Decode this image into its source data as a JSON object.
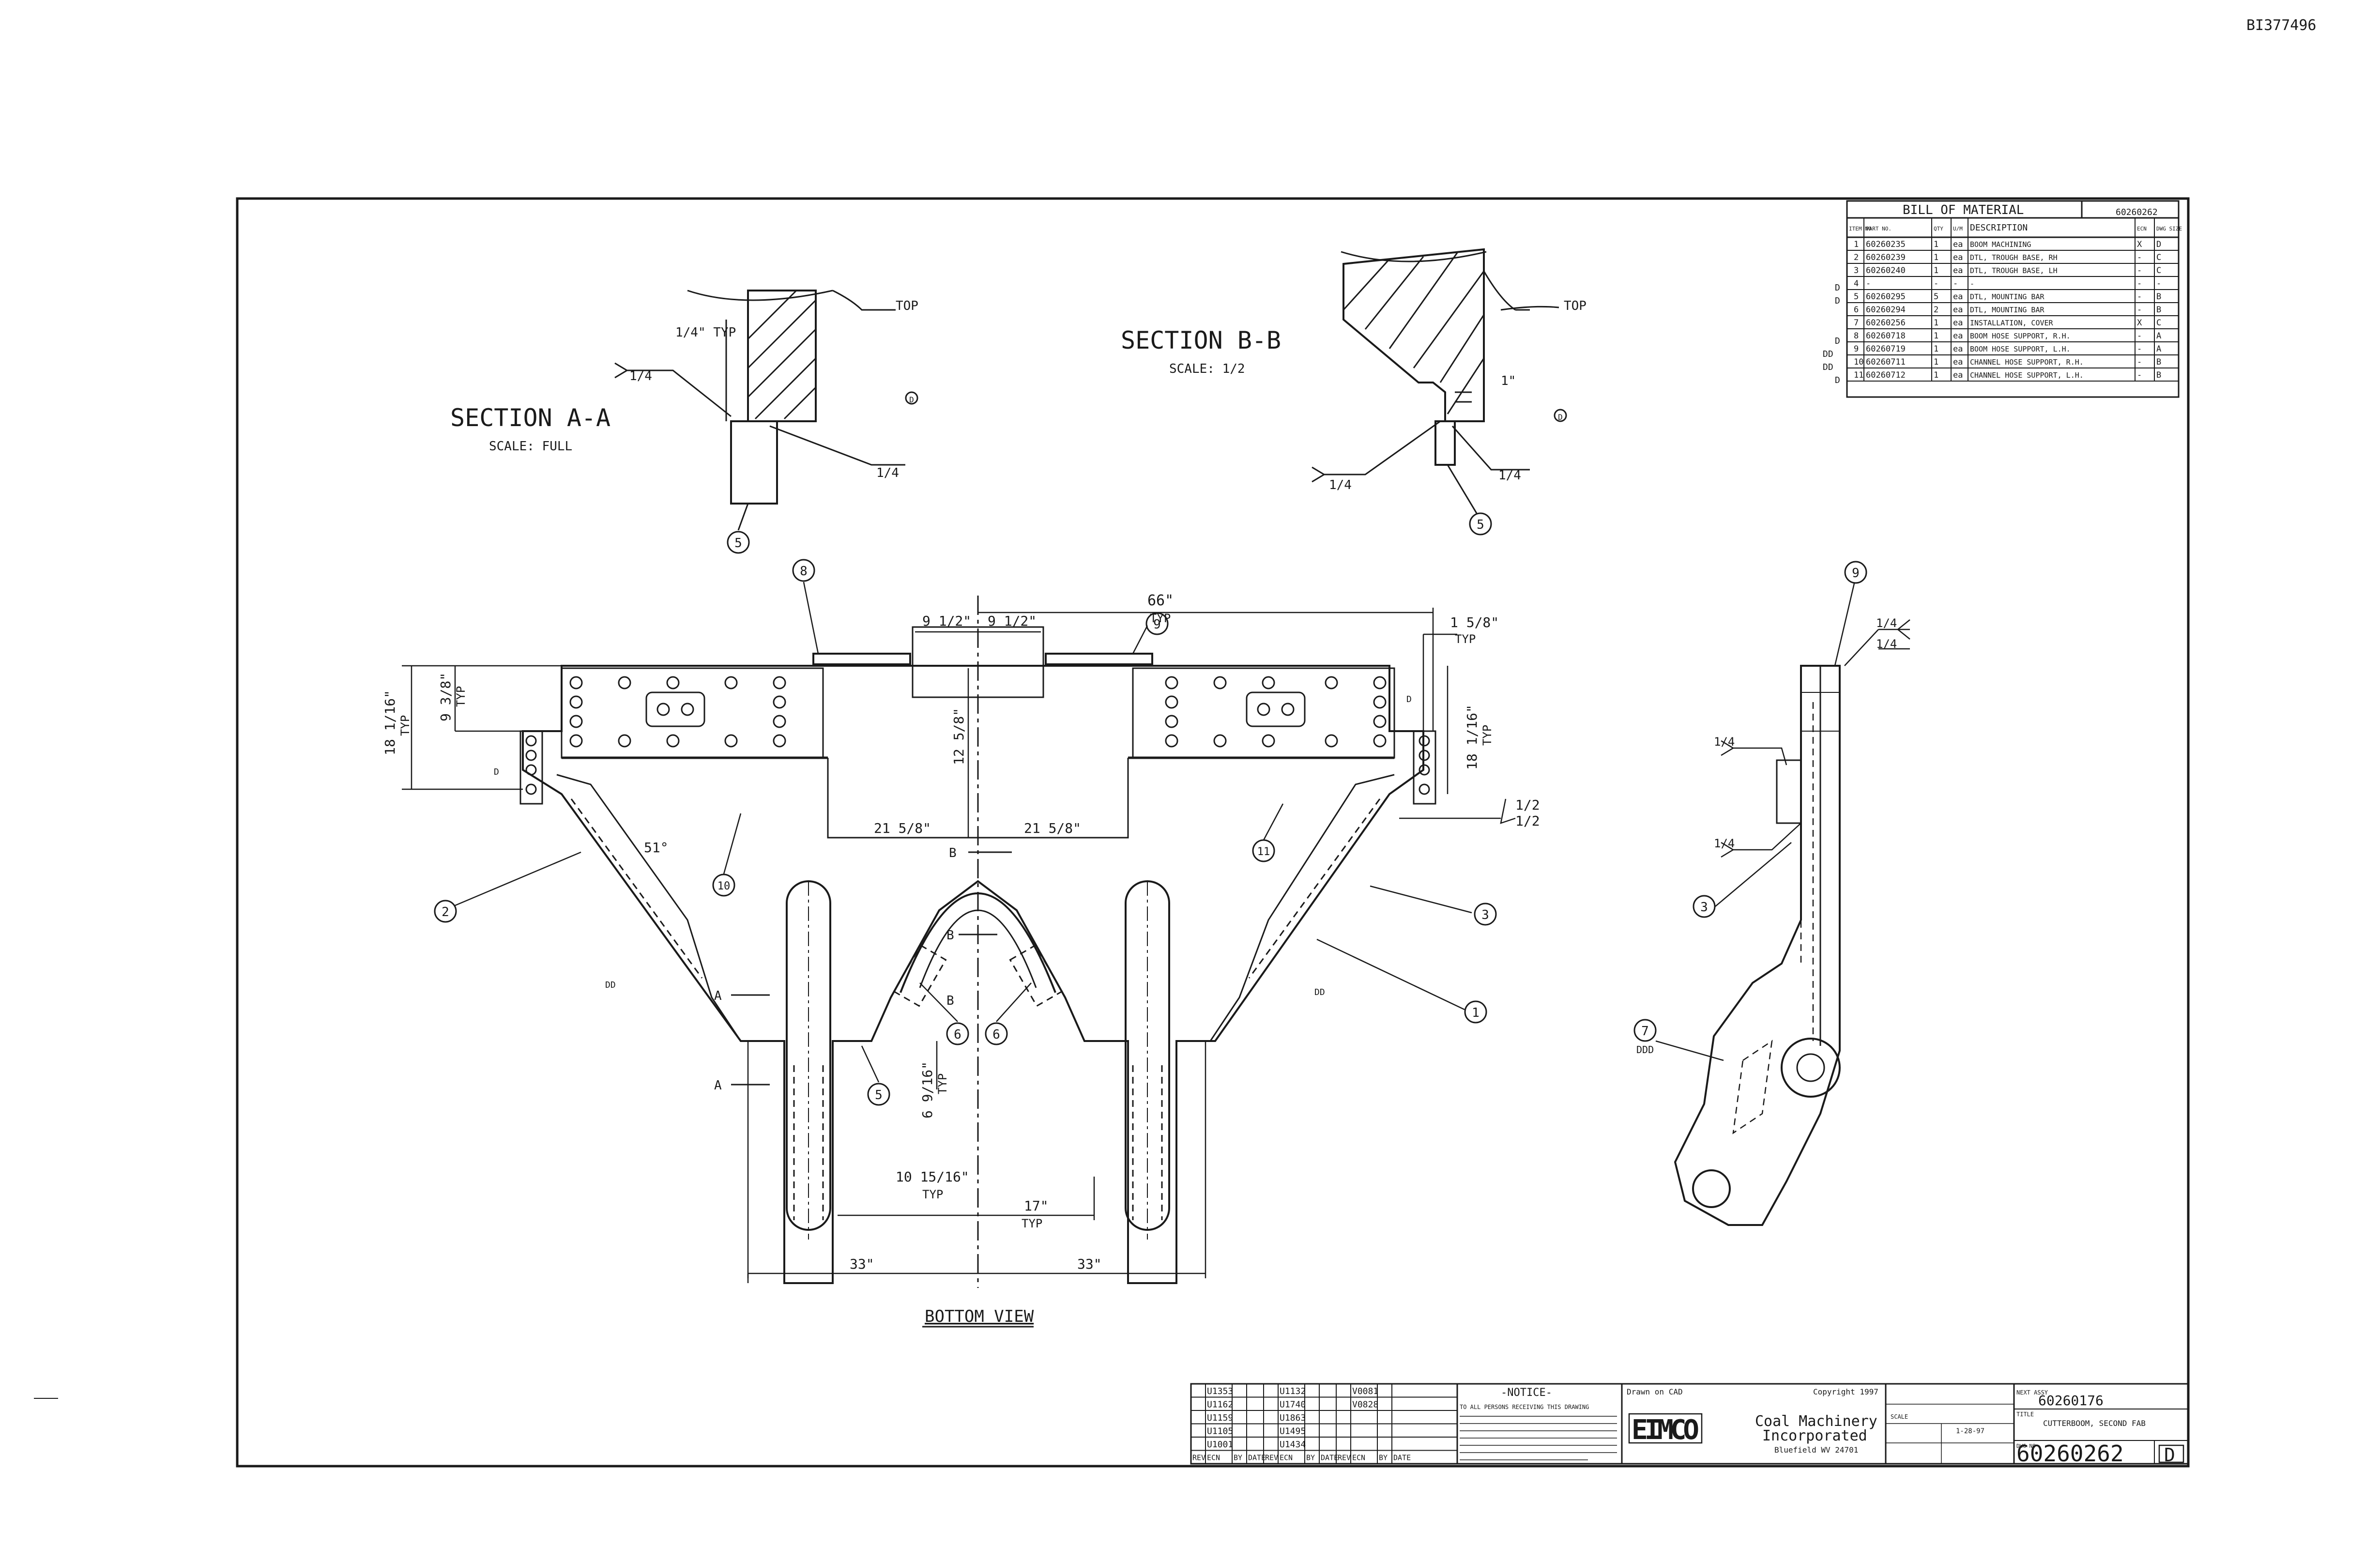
{
  "doc_id": "BI377496",
  "section_a": {
    "title": "SECTION A-A",
    "scale": "SCALE: FULL",
    "weld_typ": "1/4\" TYP",
    "weld_left": "1/4",
    "weld_right": "1/4",
    "top": "TOP",
    "balloon": "5",
    "mark": "D"
  },
  "section_b": {
    "title": "SECTION B-B",
    "scale": "SCALE: 1/2",
    "weld_left": "1/4",
    "weld_right": "1/4",
    "gap": "1\"",
    "top": "TOP",
    "balloon": "5",
    "mark": "D"
  },
  "bottom_view": {
    "title": "BOTTOM VIEW",
    "dims": {
      "d66": "66\"",
      "typ": "TYP",
      "d9_half_l": "9 1/2\"",
      "d9_half_r": "9 1/2\"",
      "d1_5_8": "1 5/8\"",
      "d18_l": "18 1/16\"",
      "d9_3_8": "9 3/8\"",
      "d12_5_8": "12 5/8\"",
      "d18_r": "18 1/16\"",
      "d21_l": "21 5/8\"",
      "d21_r": "21 5/8\"",
      "d51": "51°",
      "d1_2a": "1/2",
      "d1_2b": "1/2",
      "d6_9": "6 9/16\"",
      "d10_15": "10 15/16\"",
      "d17": "17\"",
      "d33_l": "33\"",
      "d33_r": "33\""
    },
    "section_marks": {
      "a": "A",
      "b": "B"
    },
    "balloons": {
      "b8": "8",
      "b9": "9",
      "b2": "2",
      "b10": "10",
      "b11": "11",
      "b3": "3",
      "b1": "1",
      "b6a": "6",
      "b6b": "6",
      "b5": "5"
    },
    "rev_marks": {
      "m1": "D",
      "m2": "DD"
    }
  },
  "side_view": {
    "w1": "1/4",
    "w2": "1/4",
    "w3": "1/4",
    "w4": "1/4",
    "b9": "9",
    "b3": "3",
    "b7": "7",
    "mark": "DDD"
  },
  "bom": {
    "title": "BILL OF MATERIAL",
    "ref": "60260262",
    "headers": [
      "ITEM NO",
      "PART NO.",
      "QTY",
      "U/M",
      "DESCRIPTION",
      "ECN",
      "DWG SIZE"
    ],
    "rows": [
      [
        "1",
        "60260235",
        "1",
        "ea",
        "BOOM MACHINING",
        "X",
        "D"
      ],
      [
        "2",
        "60260239",
        "1",
        "ea",
        "DTL, TROUGH BASE, RH",
        "-",
        "C"
      ],
      [
        "3",
        "60260240",
        "1",
        "ea",
        "DTL, TROUGH BASE, LH",
        "-",
        "C"
      ],
      [
        "4",
        "-",
        "-",
        "-",
        "-",
        "-",
        "-"
      ],
      [
        "5",
        "60260295",
        "5",
        "ea",
        "DTL, MOUNTING BAR",
        "-",
        "B"
      ],
      [
        "6",
        "60260294",
        "2",
        "ea",
        "DTL, MOUNTING BAR",
        "-",
        "B"
      ],
      [
        "7",
        "60260256",
        "1",
        "ea",
        "INSTALLATION, COVER",
        "X",
        "C"
      ],
      [
        "8",
        "60260718",
        "1",
        "ea",
        "BOOM HOSE SUPPORT, R.H.",
        "-",
        "A"
      ],
      [
        "9",
        "60260719",
        "1",
        "ea",
        "BOOM HOSE SUPPORT, L.H.",
        "-",
        "A"
      ],
      [
        "10",
        "60260711",
        "1",
        "ea",
        "CHANNEL HOSE SUPPORT, R.H.",
        "-",
        "B"
      ],
      [
        "11",
        "60260712",
        "1",
        "ea",
        "CHANNEL HOSE SUPPORT, L.H.",
        "-",
        "B"
      ]
    ]
  },
  "revisions": {
    "headers": [
      "REV",
      "ECN",
      "BY",
      "DATE"
    ],
    "col1": [
      "U1353",
      "U1162",
      "U1159",
      "U1105",
      "U1001"
    ],
    "col2": [
      "U1132",
      "U1740",
      "U1863",
      "U1495",
      "U1434"
    ],
    "col3": [
      "V0081",
      "V0828"
    ]
  },
  "title_block": {
    "notice_title": "-NOTICE-",
    "notice_text": "TO ALL PERSONS RECEIVING THIS DRAWING",
    "drawn": "Drawn on CAD",
    "copyright": "Copyright 1997",
    "logo": "EIMCO",
    "company_1": "Coal Machinery",
    "company_2": "Incorporated",
    "city": "Bluefield WV 24701",
    "next_label": "NEXT ASSY",
    "next_assy": "60260176",
    "title_label": "TITLE",
    "title": "CUTTERBOOM, SECOND FAB",
    "dwg_label": "DWG NO",
    "dwg_no": "60260262",
    "rev": "D",
    "size": "D",
    "scale_label": "SCALE",
    "date": "1-28-97"
  }
}
